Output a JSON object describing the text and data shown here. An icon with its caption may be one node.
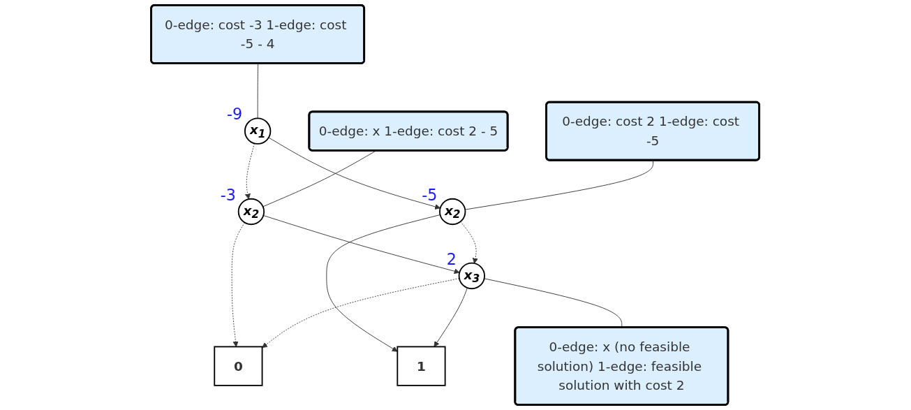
{
  "diagram": {
    "nodes": [
      {
        "text": [
          "x$_{1}$"
        ],
        "beside": [
          "-9"
        ]
      },
      {
        "text": [
          "0-edge: cost -3 1-edge: cost -5 - 4"
        ]
      },
      {
        "text": [
          "x$_{2}$"
        ],
        "beside": [
          "-3"
        ]
      },
      {
        "text": [
          "x$_{2}$"
        ],
        "beside": [
          "-5"
        ]
      },
      {
        "text": [
          "0-edge: cost 2 1-edge: cost -5"
        ]
      },
      {
        "text": [
          "0-edge: x 1-edge: cost 2 - 5"
        ]
      },
      {
        "text": [
          "x$_{3}$"
        ],
        "beside": [
          "2"
        ]
      },
      {
        "text": [
          "0-edge: x (no feasible solution) 1-edge: feasible solution with cost 2"
        ]
      },
      {
        "text": [
          "0"
        ]
      },
      {
        "text": [
          "1"
        ]
      }
    ],
    "edges": [
      {
        "from": 0,
        "to": 2,
        "arrow": "to",
        "style": "dashed"
      },
      {
        "from": 0,
        "to": 3,
        "arrow": "to"
      },
      {
        "from": 1,
        "to": 0,
        "arrow": "none"
      },
      {
        "from": 2,
        "to": 6,
        "arrow": "to"
      },
      {
        "from": 2,
        "to": 8,
        "arrow": "to",
        "style": "dashed"
      },
      {
        "from": 3,
        "to": 6,
        "arrow": "to",
        "style": "dashed"
      },
      {
        "from": 3,
        "to": 9,
        "arrow": "to"
      },
      {
        "from": 4,
        "to": 3,
        "arrow": "none"
      },
      {
        "from": 5,
        "to": 2,
        "arrow": "none"
      },
      {
        "from": 6,
        "to": 8,
        "arrow": "to",
        "style": "dashed"
      },
      {
        "from": 6,
        "to": 9,
        "arrow": "to"
      },
      {
        "from": 7,
        "to": 6,
        "arrow": "none"
      }
    ]
  }
}
